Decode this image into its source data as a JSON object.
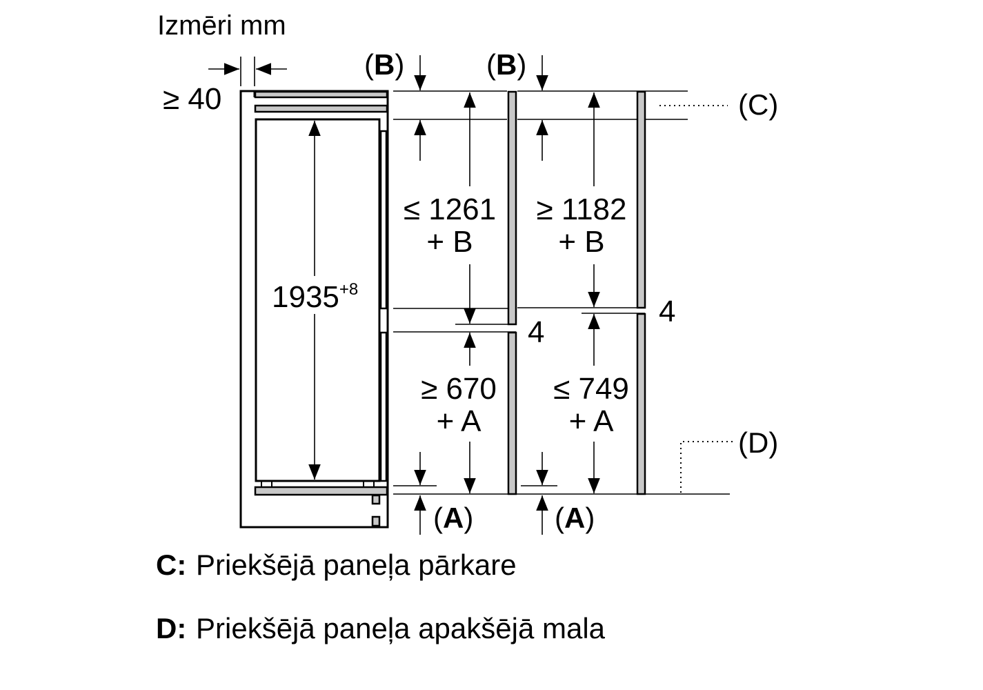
{
  "title": "Izmēri mm",
  "dimensions": {
    "side_gap": "≥ 40",
    "height_main": "1935",
    "height_tolerance": "+8",
    "upper_left": {
      "line1": "≤ 1261",
      "line2": "+ B"
    },
    "upper_right": {
      "line1": "≥ 1182",
      "line2": "+ B"
    },
    "lower_left": {
      "line1": "≥ 670",
      "line2": "+ A"
    },
    "lower_right": {
      "line1": "≤ 749",
      "line2": "+ A"
    },
    "gap_left": "4",
    "gap_right": "4"
  },
  "markers": {
    "b_paren_open": "(",
    "b_letter": "B",
    "b_paren_close": ")",
    "a_paren_open": "(",
    "a_letter": "A",
    "a_paren_close": ")",
    "c_label": "(C)",
    "d_label": "(D)"
  },
  "legend": [
    {
      "key": "C:",
      "text": "Priekšējā paneļa pārkare"
    },
    {
      "key": "D:",
      "text": "Priekšējā paneļa apakšējā mala"
    }
  ]
}
